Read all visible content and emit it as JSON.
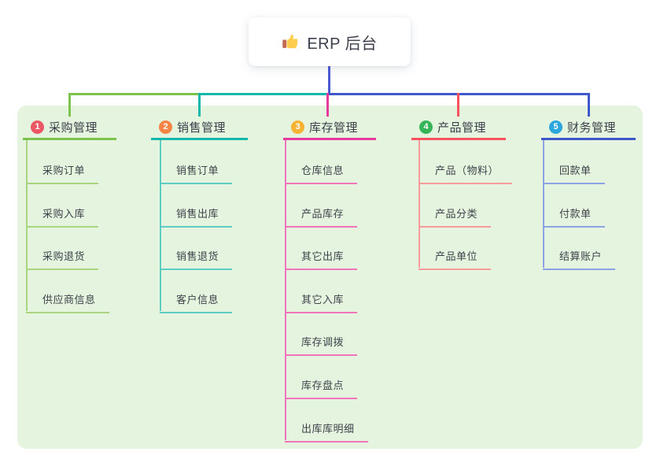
{
  "root": {
    "title": "ERP 后台",
    "icon": "thumbs-up-icon"
  },
  "colors": {
    "canvas_bg": "#ffffff",
    "panel_bg": "#e4f4df",
    "root_text": "#3b3f4c",
    "branch_text": "#3b3f4a",
    "child_text": "#3f434b",
    "root_stem": "#4c59d3"
  },
  "branches": [
    {
      "badge": "1",
      "badge_color": "#ec5766",
      "label": "采购管理",
      "line_color": "#7cc24c",
      "child_line_color": "#a9d57e",
      "children": [
        "采购订单",
        "采购入库",
        "采购退货",
        "供应商信息"
      ]
    },
    {
      "badge": "2",
      "badge_color": "#f58445",
      "label": "销售管理",
      "line_color": "#14b8ab",
      "child_line_color": "#5ecec4",
      "children": [
        "销售订单",
        "销售出库",
        "销售退货",
        "客户信息"
      ]
    },
    {
      "badge": "3",
      "badge_color": "#f7b234",
      "label": "库存管理",
      "line_color": "#e5399e",
      "child_line_color": "#f075bb",
      "children": [
        "仓库信息",
        "产品库存",
        "其它出库",
        "其它入库",
        "库存调拨",
        "库存盘点",
        "出库库明细"
      ]
    },
    {
      "badge": "4",
      "badge_color": "#35b558",
      "label": "产品管理",
      "line_color": "#f8525f",
      "child_line_color": "#f99b9b",
      "children": [
        "产品（物料）",
        "产品分类",
        "产品单位"
      ]
    },
    {
      "badge": "5",
      "badge_color": "#2ba7dd",
      "label": "财务管理",
      "line_color": "#3e57cb",
      "child_line_color": "#8ca4e4",
      "children": [
        "回款单",
        "付款单",
        "结算账户"
      ]
    }
  ]
}
